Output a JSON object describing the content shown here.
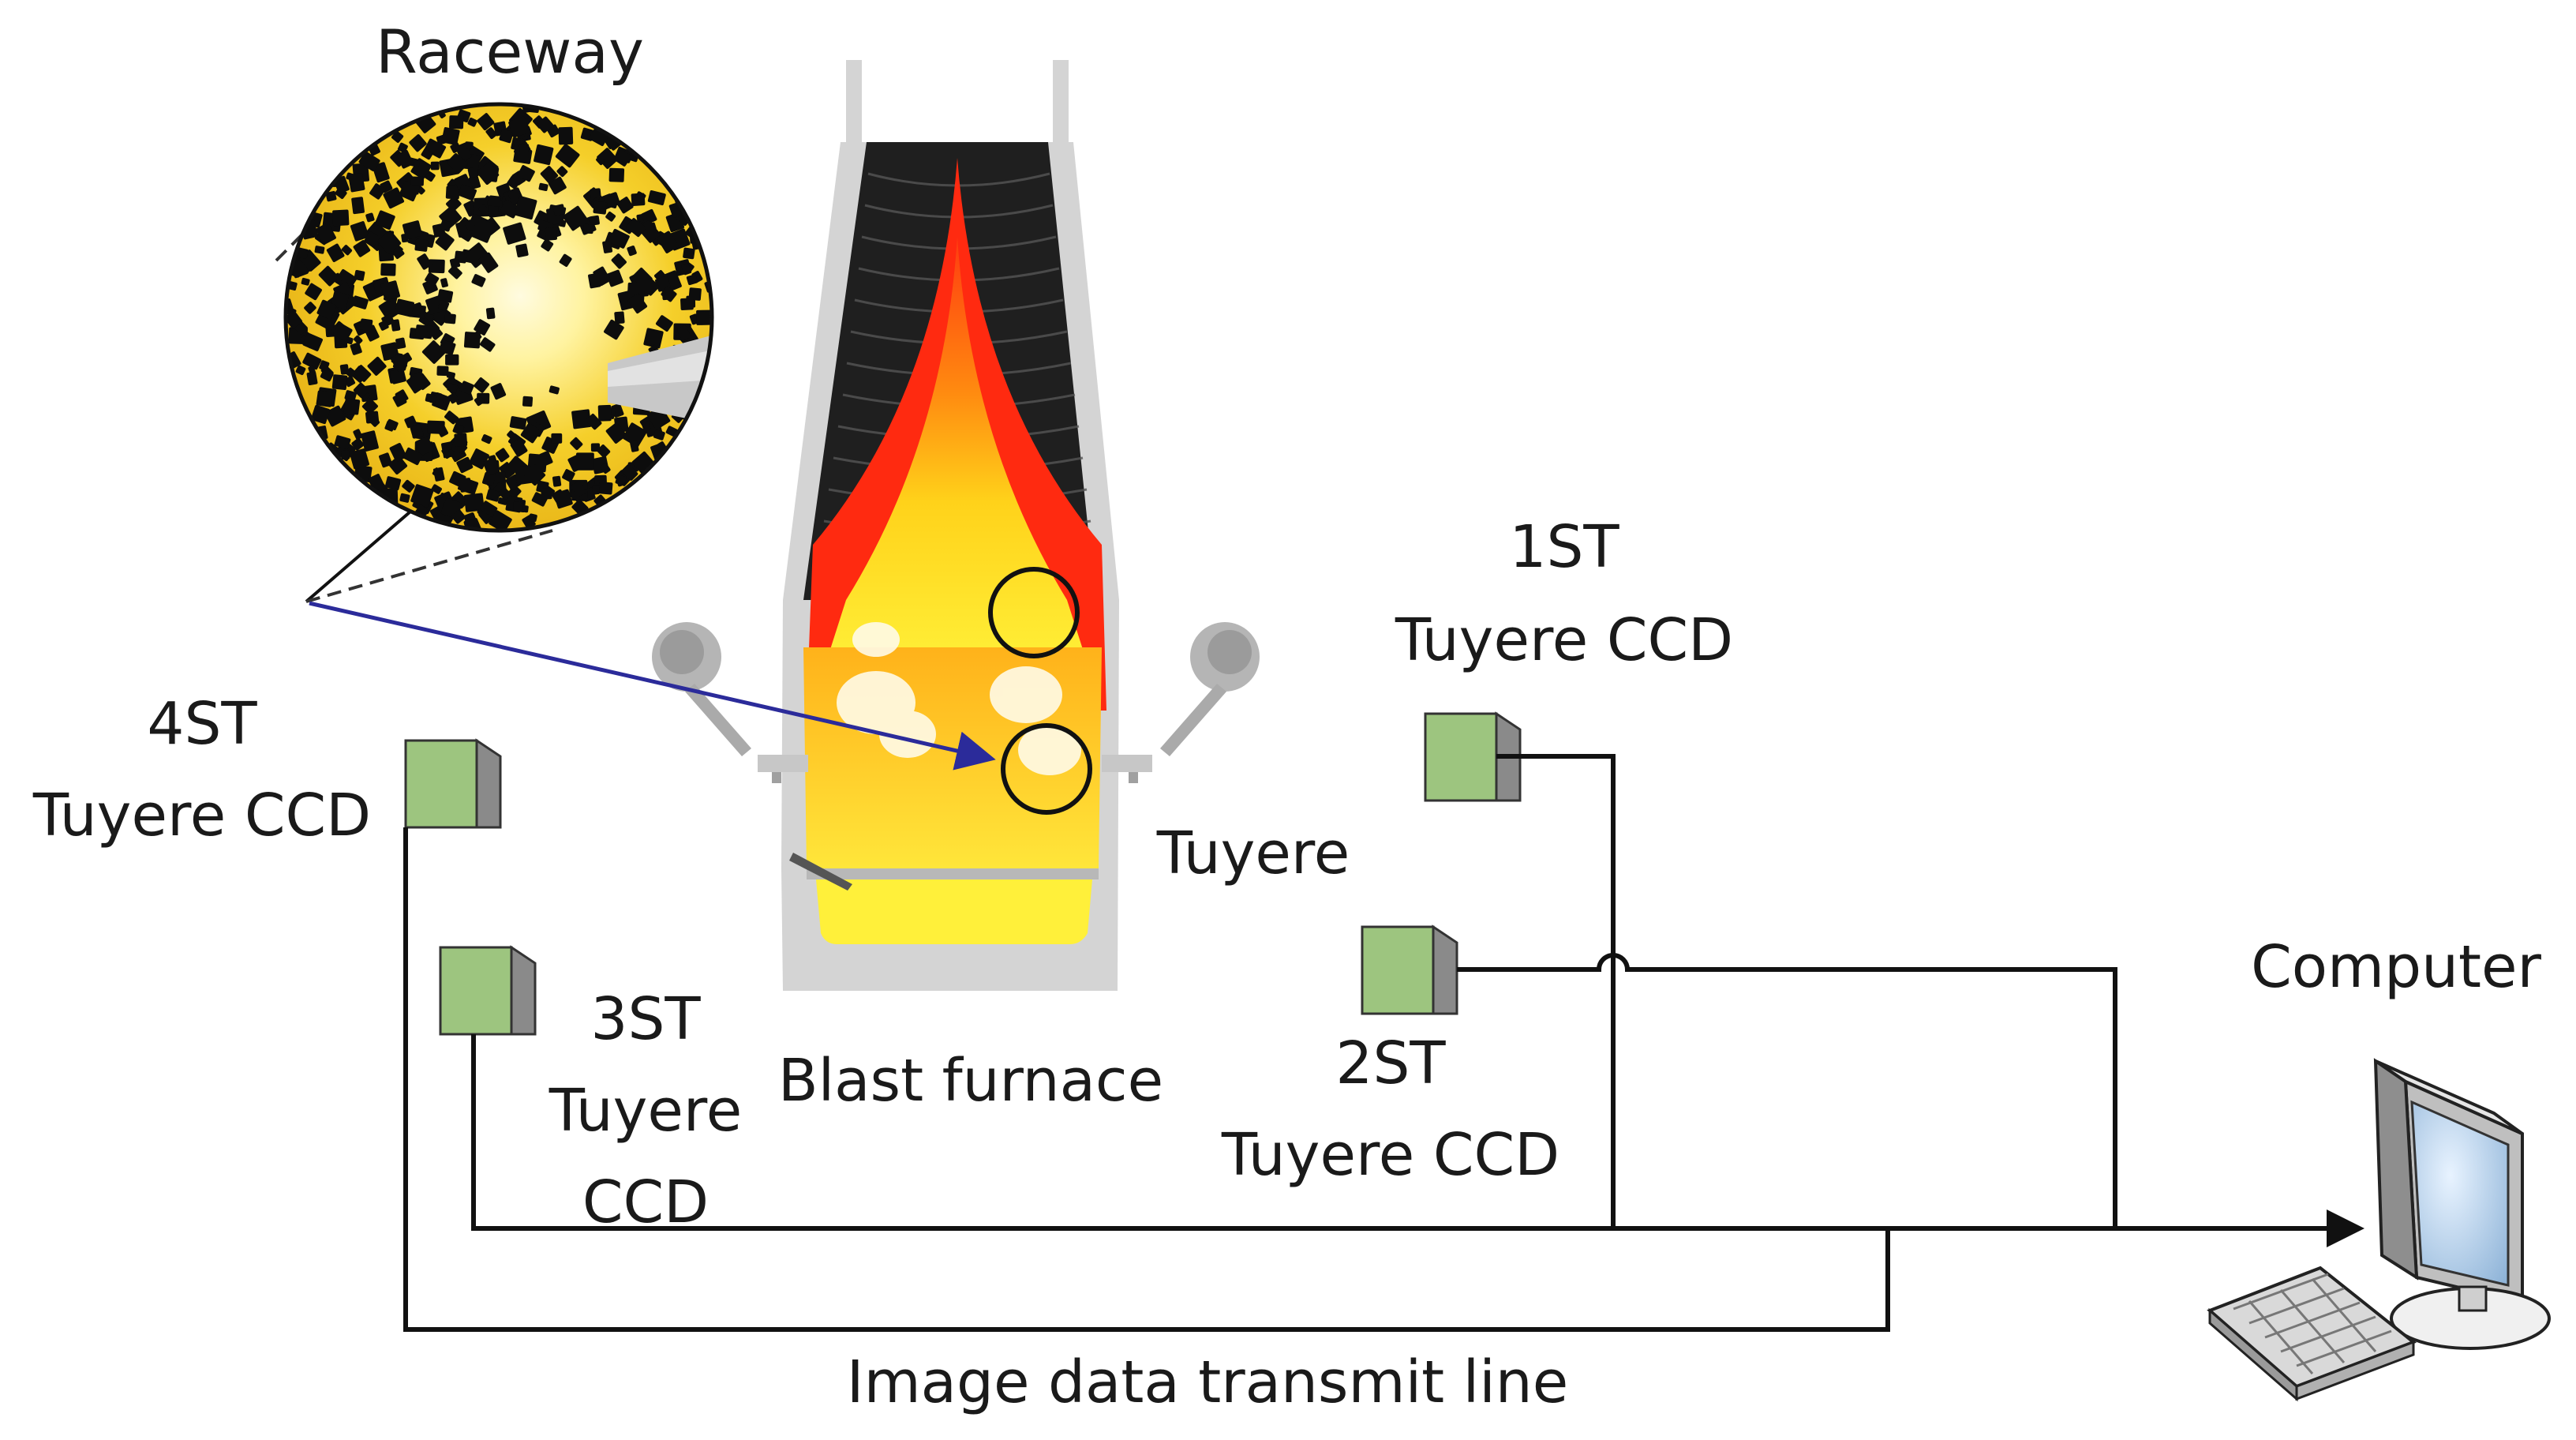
{
  "labels": {
    "raceway": "Raceway",
    "cam1_line1": "1ST",
    "cam1_line2": "Tuyere CCD",
    "cam2_line1": "2ST",
    "cam2_line2": "Tuyere CCD",
    "cam3_line1": "3ST",
    "cam3_line2": "Tuyere",
    "cam3_line3": "CCD",
    "cam4_line1": "4ST",
    "cam4_line2": "Tuyere CCD",
    "tuyere": "Tuyere",
    "blast_furnace": "Blast furnace",
    "computer": "Computer",
    "transmit_line": "Image data transmit line"
  },
  "colors": {
    "camera_face": "#9dc57f",
    "camera_side": "#8a8a8a",
    "furnace_shell": "#d4d4d4",
    "furnace_burden": "#1e1e1e",
    "flame_red": "#ff2a10",
    "flame_yellow": "#ffe21a",
    "raceway_bg": "#f2c81c",
    "arrow": "#2b2b9a",
    "line": "#111111"
  },
  "icons": [
    "camera-icon",
    "computer-icon",
    "keyboard-icon",
    "tuyere-icon"
  ]
}
